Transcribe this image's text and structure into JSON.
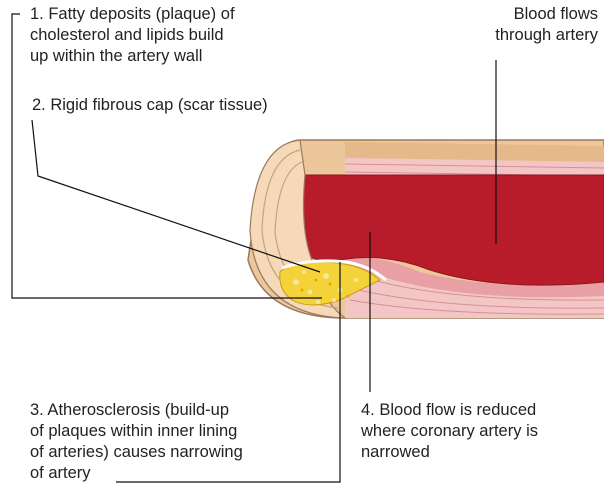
{
  "labels": {
    "fatty_deposits": [
      "1. Fatty deposits (plaque) of",
      "cholesterol and lipids build",
      "up within the artery wall"
    ],
    "fibrous_cap": [
      "2. Rigid fibrous cap (scar tissue)"
    ],
    "blood_flows": [
      "Blood flows",
      "through artery"
    ],
    "atherosclerosis": [
      "3. Atherosclerosis (build-up",
      "of plaques within inner lining",
      "of arteries) causes narrowing",
      "of artery"
    ],
    "reduced_flow": [
      "4. Blood flow is reduced",
      "where coronary artery is",
      "narrowed"
    ]
  },
  "colors": {
    "blood": "#b81c2a",
    "blood_dark": "#8e1420",
    "inner_wall": "#e8a0a4",
    "outer_wall": "#f3c6c6",
    "adventitia": "#ecc79b",
    "cut_face": "#f6d9b8",
    "plaque": "#f3d23a",
    "leader_line": "#111111"
  }
}
